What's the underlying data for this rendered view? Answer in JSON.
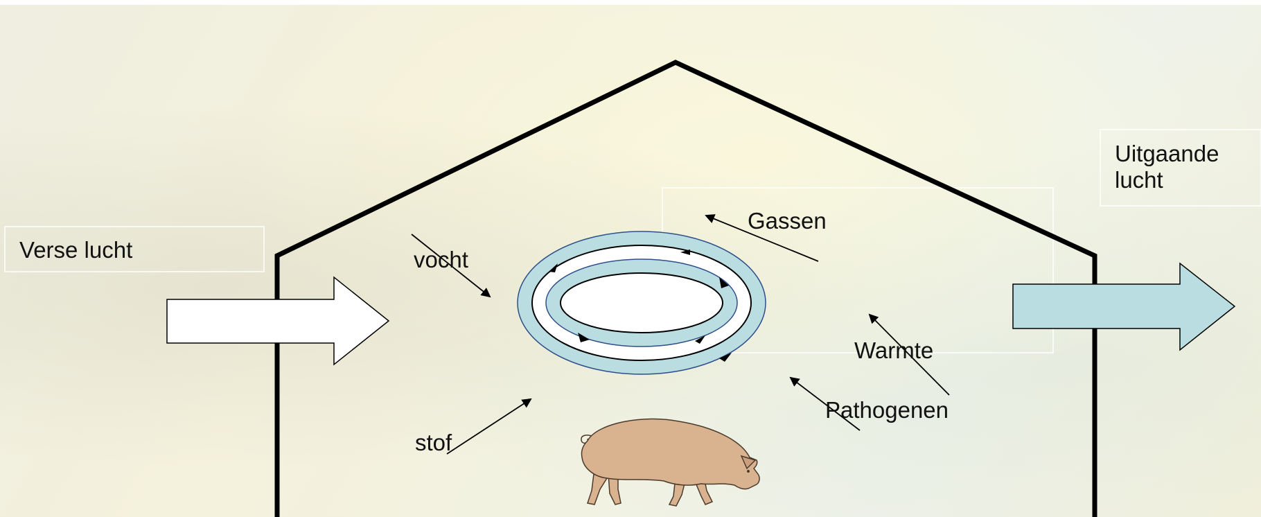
{
  "labels": {
    "verse_lucht": "Verse lucht",
    "uitgaande_lucht": "Uitgaande lucht",
    "gassen": "Gassen",
    "vocht": "vocht",
    "warmte": "Warmte",
    "pathogenen": "Pathogenen",
    "stof": "stof"
  },
  "colors": {
    "house_outline": "#000000",
    "fresh_air_arrow": "#ffffff",
    "exhaust_air_arrow": "#b9dde0",
    "ring_fill": "#b9dde0",
    "ring_stroke": "#2e4e8a",
    "pig": "#d9b28f"
  },
  "icons": {
    "animal": "pig-icon"
  }
}
